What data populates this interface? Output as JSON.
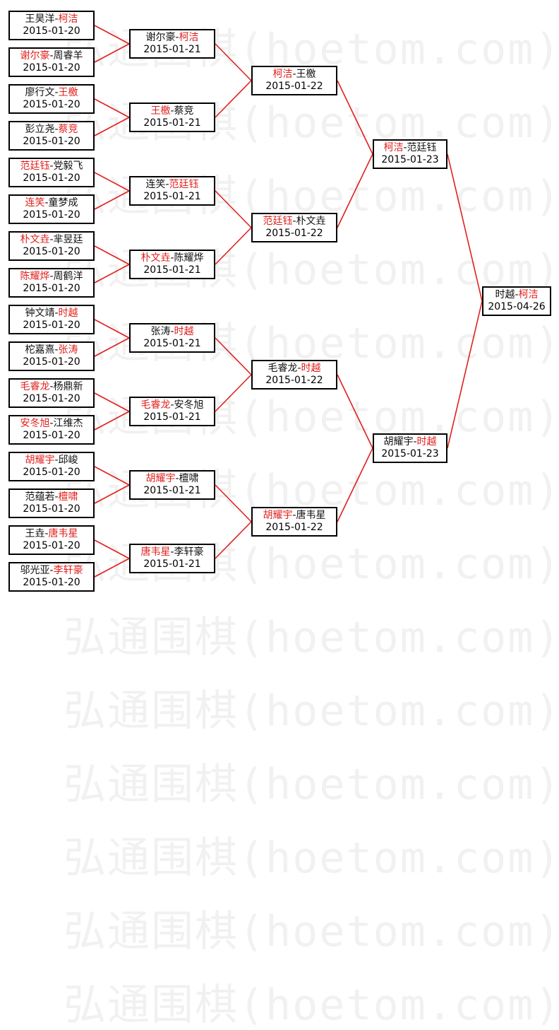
{
  "watermark": {
    "text": "弘通围棋(hoetom.com)弘通"
  },
  "colors": {
    "winner": "#e0201d",
    "normal": "#111111",
    "line": "#e0201d"
  },
  "bracket": {
    "round1": [
      {
        "p1": "王昊洋",
        "p2": "柯洁",
        "date": "2015-01-20",
        "winner": 2
      },
      {
        "p1": "谢尔豪",
        "p2": "周睿羊",
        "date": "2015-01-20",
        "winner": 1
      },
      {
        "p1": "廖行文",
        "p2": "王檄",
        "date": "2015-01-20",
        "winner": 2
      },
      {
        "p1": "彭立尧",
        "p2": "蔡竞",
        "date": "2015-01-20",
        "winner": 2
      },
      {
        "p1": "范廷钰",
        "p2": "党毅飞",
        "date": "2015-01-20",
        "winner": 1
      },
      {
        "p1": "连笑",
        "p2": "童梦成",
        "date": "2015-01-20",
        "winner": 1
      },
      {
        "p1": "朴文垚",
        "p2": "芈昱廷",
        "date": "2015-01-20",
        "winner": 1
      },
      {
        "p1": "陈耀烨",
        "p2": "周鹤洋",
        "date": "2015-01-20",
        "winner": 1
      },
      {
        "p1": "钟文靖",
        "p2": "时越",
        "date": "2015-01-20",
        "winner": 2
      },
      {
        "p1": "柁嘉熹",
        "p2": "张涛",
        "date": "2015-01-20",
        "winner": 2
      },
      {
        "p1": "毛睿龙",
        "p2": "杨鼎新",
        "date": "2015-01-20",
        "winner": 1
      },
      {
        "p1": "安冬旭",
        "p2": "江维杰",
        "date": "2015-01-20",
        "winner": 1
      },
      {
        "p1": "胡耀宇",
        "p2": "邱峻",
        "date": "2015-01-20",
        "winner": 1
      },
      {
        "p1": "范蕴若",
        "p2": "檀啸",
        "date": "2015-01-20",
        "winner": 2
      },
      {
        "p1": "王垚",
        "p2": "唐韦星",
        "date": "2015-01-20",
        "winner": 2
      },
      {
        "p1": "邬光亚",
        "p2": "李轩豪",
        "date": "2015-01-20",
        "winner": 2
      }
    ],
    "round2": [
      {
        "p1": "谢尔豪",
        "p2": "柯洁",
        "date": "2015-01-21",
        "winner": 2
      },
      {
        "p1": "王檄",
        "p2": "蔡竞",
        "date": "2015-01-21",
        "winner": 1
      },
      {
        "p1": "连笑",
        "p2": "范廷钰",
        "date": "2015-01-21",
        "winner": 2
      },
      {
        "p1": "朴文垚",
        "p2": "陈耀烨",
        "date": "2015-01-21",
        "winner": 1
      },
      {
        "p1": "张涛",
        "p2": "时越",
        "date": "2015-01-21",
        "winner": 2
      },
      {
        "p1": "毛睿龙",
        "p2": "安冬旭",
        "date": "2015-01-21",
        "winner": 1
      },
      {
        "p1": "胡耀宇",
        "p2": "檀啸",
        "date": "2015-01-21",
        "winner": 1
      },
      {
        "p1": "唐韦星",
        "p2": "李轩豪",
        "date": "2015-01-21",
        "winner": 1
      }
    ],
    "round3": [
      {
        "p1": "柯洁",
        "p2": "王檄",
        "date": "2015-01-22",
        "winner": 1
      },
      {
        "p1": "范廷钰",
        "p2": "朴文垚",
        "date": "2015-01-22",
        "winner": 1
      },
      {
        "p1": "毛睿龙",
        "p2": "时越",
        "date": "2015-01-22",
        "winner": 2
      },
      {
        "p1": "胡耀宇",
        "p2": "唐韦星",
        "date": "2015-01-22",
        "winner": 1
      }
    ],
    "round4": [
      {
        "p1": "柯洁",
        "p2": "范廷钰",
        "date": "2015-01-23",
        "winner": 1
      },
      {
        "p1": "胡耀宇",
        "p2": "时越",
        "date": "2015-01-23",
        "winner": 2
      }
    ],
    "final": [
      {
        "p1": "时越",
        "p2": "柯洁",
        "date": "2015-04-26",
        "winner": 2
      }
    ]
  }
}
